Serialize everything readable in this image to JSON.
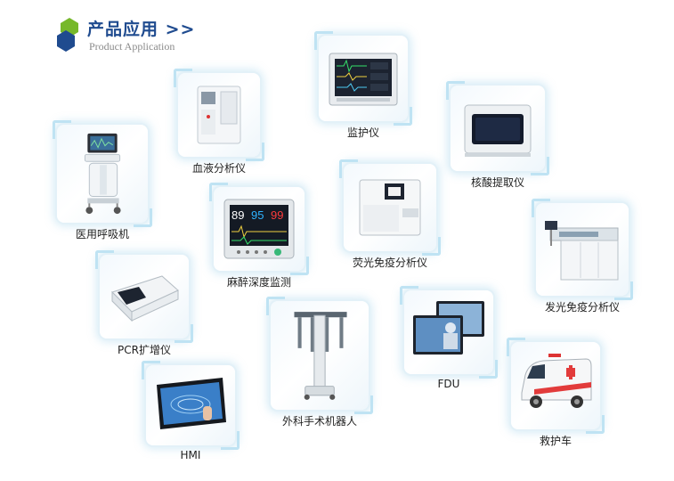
{
  "header": {
    "title": "产品应用 >>",
    "subtitle": "Product Application",
    "logo_colors": [
      "#76b82a",
      "#1f4b8f"
    ]
  },
  "products": [
    {
      "label": "医用呼吸机"
    },
    {
      "label": "血液分析仪"
    },
    {
      "label": "监护仪"
    },
    {
      "label": "核酸提取仪"
    },
    {
      "label": "荧光免疫分析仪"
    },
    {
      "label": "麻醉深度监测"
    },
    {
      "label": "发光免疫分析仪"
    },
    {
      "label": "PCR扩增仪"
    },
    {
      "label": "外科手术机器人"
    },
    {
      "label": "FDU"
    },
    {
      "label": "HMI"
    },
    {
      "label": "救护车"
    }
  ],
  "anesthesia_readout": [
    "89",
    "95",
    "99"
  ]
}
